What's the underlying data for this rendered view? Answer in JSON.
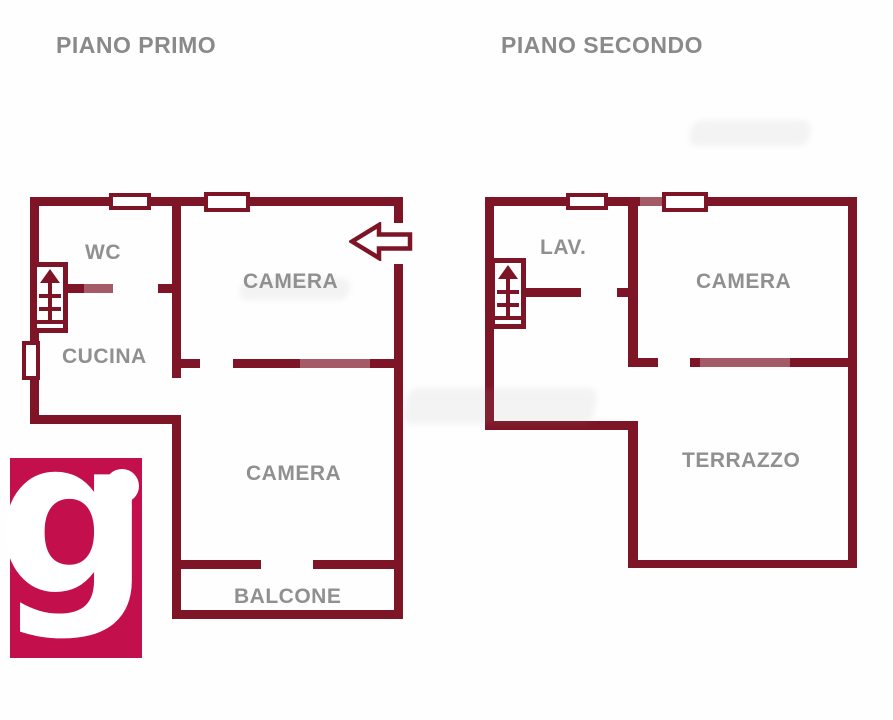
{
  "document": {
    "type": "real-estate floor plan drawing",
    "background_color": "#fefefe"
  },
  "colors": {
    "wall": "#7E1526",
    "logo_accent": "#C40F4D",
    "label_gray": "#909090",
    "title_gray": "#8a8a8a"
  },
  "plans": [
    {
      "id": "piano-primo",
      "title": "PIANO PRIMO",
      "rooms": [
        "WC",
        "CUCINA",
        "CAMERA",
        "CAMERA",
        "BALCONE"
      ],
      "icons": [
        "stairs-up-icon",
        "entrance-arrow-icon",
        "window-icon",
        "window-icon",
        "window-icon"
      ]
    },
    {
      "id": "piano-secondo",
      "title": "PIANO SECONDO",
      "rooms": [
        "LAV.",
        "CAMERA",
        "TERRAZZO"
      ],
      "icons": [
        "stairs-up-icon",
        "window-icon",
        "window-icon"
      ]
    }
  ],
  "titles": {
    "left": "PIANO PRIMO",
    "right": "PIANO SECONDO"
  },
  "rooms": {
    "wc": "WC",
    "cucina": "CUCINA",
    "camera1": "CAMERA",
    "camera2": "CAMERA",
    "balcone": "BALCONE",
    "lav": "LAV.",
    "camera3": "CAMERA",
    "terrazzo": "TERRAZZO"
  },
  "logo": {
    "letter": "g"
  }
}
